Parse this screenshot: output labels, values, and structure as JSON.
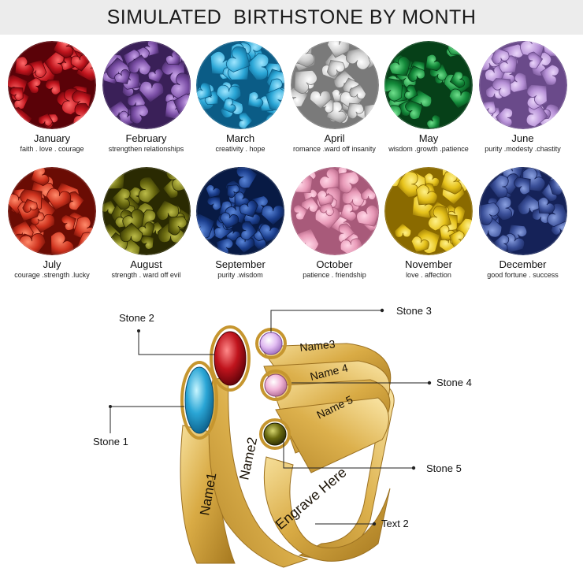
{
  "header": {
    "title": "SIMULATED  BIRTHSTONE BY MONTH"
  },
  "months": [
    {
      "name": "January",
      "meaning": "faith . love . courage",
      "color": "#c0141d",
      "light": "#ff6a6a",
      "dark": "#5a0208"
    },
    {
      "name": "February",
      "meaning": "strengthen relationships",
      "color": "#7b4fa6",
      "light": "#c7a2e8",
      "dark": "#3a2058"
    },
    {
      "name": "March",
      "meaning": "creativity  .  hope",
      "color": "#2aa6d6",
      "light": "#9fe6ff",
      "dark": "#0b5c86"
    },
    {
      "name": "April",
      "meaning": "romance  .ward off insanity",
      "color": "#cfcfcf",
      "light": "#ffffff",
      "dark": "#7a7a7a"
    },
    {
      "name": "May",
      "meaning": "wisdom .growth .patience",
      "color": "#138a3a",
      "light": "#6fe08c",
      "dark": "#064018"
    },
    {
      "name": "June",
      "meaning": "purity .modesty .chastity",
      "color": "#b690d6",
      "light": "#ead6fa",
      "dark": "#6a4a8a"
    },
    {
      "name": "July",
      "meaning": "courage .strength .lucky",
      "color": "#d0341f",
      "light": "#ff8a6a",
      "dark": "#6a0c04"
    },
    {
      "name": "August",
      "meaning": "strength  . ward off evil",
      "color": "#6a6a10",
      "light": "#bcbc48",
      "dark": "#2a2a02"
    },
    {
      "name": "September",
      "meaning": "purity .wisdom",
      "color": "#1c3f8e",
      "light": "#5a86d8",
      "dark": "#081a44"
    },
    {
      "name": "October",
      "meaning": "patience . friendship",
      "color": "#e89ab8",
      "light": "#ffd6e6",
      "dark": "#a85a7a"
    },
    {
      "name": "November",
      "meaning": "love . affection",
      "color": "#e6c21a",
      "light": "#fff18a",
      "dark": "#8a6a00"
    },
    {
      "name": "December",
      "meaning": "good fortune . success",
      "color": "#3a4f98",
      "light": "#8aa0e0",
      "dark": "#152258"
    }
  ],
  "ring": {
    "callouts": {
      "stone1": "Stone 1",
      "stone2": "Stone 2",
      "stone3": "Stone 3",
      "stone4": "Stone 4",
      "stone5": "Stone 5",
      "text2": "Text 2"
    },
    "engravings": {
      "name1": "Name1",
      "name2": "Name2",
      "name3": "Name3",
      "name4": "Name 4",
      "name5": "Name 5",
      "band": "Engrave Here"
    },
    "colors": {
      "gold": "#d9ab45",
      "gold_light": "#f6df9a",
      "gold_dark": "#a5781f"
    }
  }
}
